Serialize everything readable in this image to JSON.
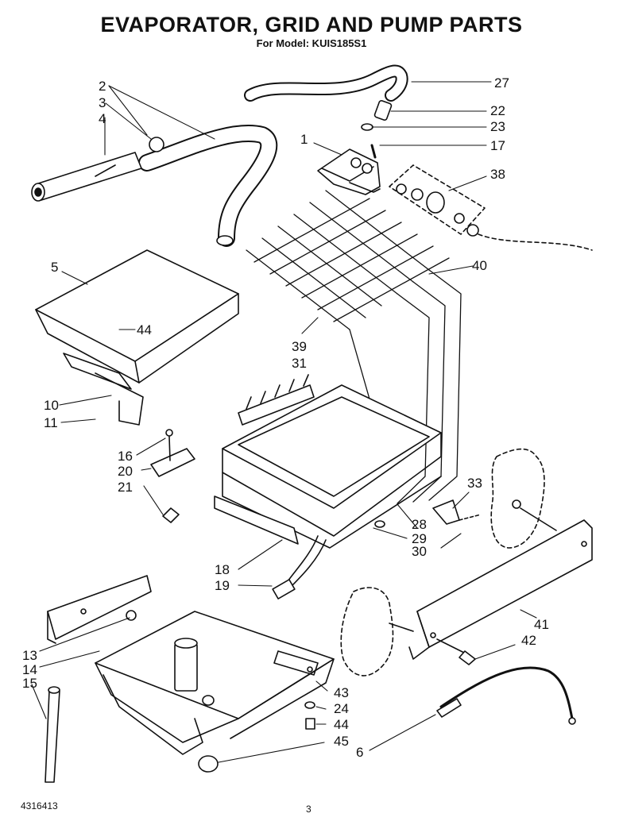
{
  "header": {
    "title": "EVAPORATOR, GRID AND PUMP PARTS",
    "model_line": "For Model: KUIS185S1"
  },
  "callouts": [
    "2",
    "3",
    "4",
    "27",
    "22",
    "23",
    "1",
    "17",
    "38",
    "5",
    "40",
    "44",
    "39",
    "31",
    "10",
    "11",
    "16",
    "20",
    "21",
    "33",
    "28",
    "29",
    "30",
    "18",
    "19",
    "41",
    "42",
    "13",
    "14",
    "15",
    "43",
    "24",
    "44",
    "45",
    "6"
  ],
  "footer": {
    "doc_number": "4316413",
    "page": "3"
  }
}
